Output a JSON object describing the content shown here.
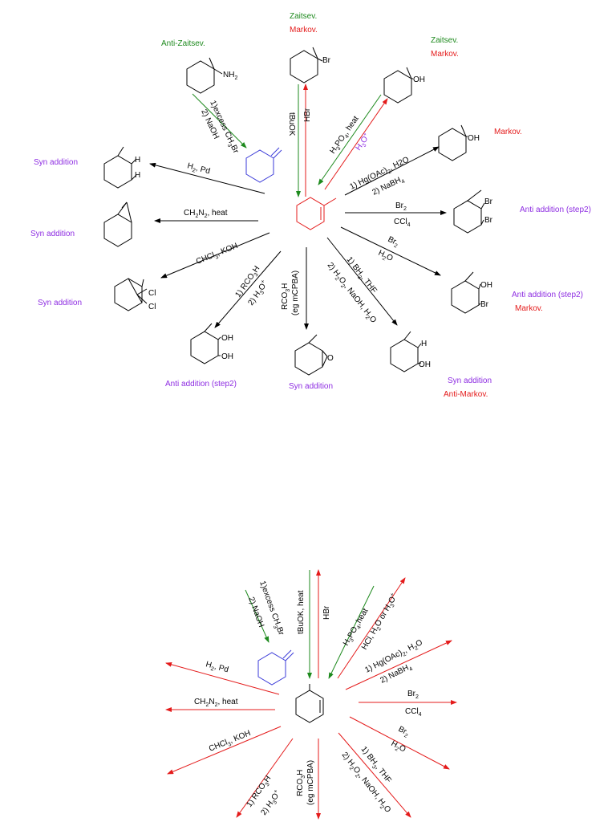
{
  "colors": {
    "black": "#000000",
    "green": "#1e8a1e",
    "red": "#e41b1b",
    "purple": "#8e2de2",
    "blue": "#3a3ad8"
  },
  "top": {
    "center_label": "",
    "labels": {
      "zaitsev_1": "Zaitsev.",
      "markov_1": "Markov.",
      "anti_zaitsev": "Anti-Zaitsev.",
      "zaitsev_2": "Zaitsev.",
      "markov_2": "Markov.",
      "markov_3": "Markov.",
      "syn_h2": "Syn addition",
      "syn_ch2n2": "Syn addition",
      "syn_chcl3": "Syn addition",
      "anti_br2_ccl4": "Anti addition (step2)",
      "anti_br2_h2o": "Anti addition (step2)",
      "markov_4": "Markov.",
      "anti_rco3h": "Anti addition (step2)",
      "syn_mcpba": "Syn addition",
      "syn_bh3": "Syn addition",
      "anti_markov": "Anti-Markov."
    },
    "reagents": {
      "excess_ch3br_1": "1)excess CH",
      "excess_ch3br_sub": "3",
      "excess_ch3br_tail": "Br",
      "naoh": "2) NaOH",
      "tbuok": "tBuOK",
      "hbr": "HBr",
      "h3po4": "H",
      "h3po4_a": "3",
      "h3po4_b": "PO",
      "h3po4_c": "4",
      "h3po4_d": ", heat",
      "h3o": "H",
      "h3o_sub": "3",
      "h3o_tail": "O",
      "h3o_sup": "+",
      "hg_1": "1) Hg(OAc)",
      "hg_sub": "2",
      "hg_tail": ", H2O",
      "nabh4": "2) NaBH",
      "nabh4_sub": "4",
      "h2pd": "H",
      "h2pd_sub": "2",
      "h2pd_tail": ", Pd",
      "ch2n2": "CH",
      "ch2n2_s1": "2",
      "ch2n2_m": "N",
      "ch2n2_s2": "2",
      "ch2n2_tail": ", heat",
      "br2": "Br",
      "br2_sub": "2",
      "ccl4": "CCl",
      "ccl4_sub": "4",
      "chcl3": "CHCl",
      "chcl3_sub": "3",
      "chcl3_tail": ", KOH",
      "rco3h_1": "1) RCO",
      "rco3h_sub": "3",
      "rco3h_tail": "H",
      "h3o_2": "2) H",
      "h3o_2_sub": "3",
      "h3o_2_tail": "O",
      "h3o_2_sup": "+",
      "rco3h_mid": "RCO",
      "rco3h_mid_sub": "3",
      "rco3h_mid_tail": "H",
      "mcpba": "(eg mCPBA)",
      "bh3_1": "1) BH",
      "bh3_sub": "3",
      "bh3_tail": ", THF",
      "h2o2_1": "2) H",
      "h2o2_s1": "2",
      "h2o2_m": "O",
      "h2o2_s2": "2",
      "h2o2_tail": ", NaOH, H",
      "h2o2_s3": "2",
      "h2o2_end": "O",
      "br2_b": "Br",
      "br2_b_sub": "2",
      "h2o_b": "H",
      "h2o_b_sub": "2",
      "h2o_b_tail": "O"
    },
    "atoms": {
      "nh2": "NH",
      "nh2_sub": "2",
      "br": "Br",
      "oh": "OH",
      "h": "H",
      "cl": "Cl"
    }
  },
  "bottom": {
    "reagents": {
      "excess_ch3br": "1)excess CH",
      "excess_ch3br_sub": "3",
      "excess_ch3br_tail": "Br",
      "naoh": "2) NaOH",
      "tbuok_heat": "tBuOK, heat",
      "hbr": "HBr",
      "h3po4": "H",
      "h3po4_a": "3",
      "h3po4_b": "PO",
      "h3po4_c": "4",
      "h3po4_d": ",heat",
      "hcl": "HCl, H",
      "hcl_sub": "2",
      "hcl_tail": "O or H",
      "hcl_sub2": "3",
      "hcl_end": "O",
      "hcl_sup": "+",
      "hg_1": "1) Hg(OAc)",
      "hg_sub": "2",
      "hg_tail": ", H",
      "hg_sub2": "2",
      "hg_end": "O",
      "nabh4": "2) NaBH",
      "nabh4_sub": "4",
      "h2pd": "H",
      "h2pd_sub": "2",
      "h2pd_tail": ", Pd",
      "ch2n2": "CH",
      "ch2n2_s1": "2",
      "ch2n2_m": "N",
      "ch2n2_s2": "2",
      "ch2n2_tail": ", heat",
      "br2": "Br",
      "br2_sub": "2",
      "ccl4": "CCl",
      "ccl4_sub": "4",
      "chcl3": "CHCl",
      "chcl3_sub": "3",
      "chcl3_tail": ", KOH",
      "br2_b": "Br",
      "br2_b_sub": "2",
      "h2o_b": "H",
      "h2o_b_sub": "2",
      "h2o_b_tail": "O",
      "rco3h_1": "1) RCO",
      "rco3h_sub": "3",
      "rco3h_tail": "H",
      "h3o_2": "2) H",
      "h3o_2_sub": "3",
      "h3o_2_tail": "O",
      "h3o_2_sup": "+",
      "rco3h_mid": "RCO",
      "rco3h_mid_sub": "3",
      "rco3h_mid_tail": "H",
      "mcpba": "(eg mCPBA)",
      "bh3_1": "1) BH",
      "bh3_sub": "3",
      "bh3_tail": ", THF",
      "h2o2_1": "2) H",
      "h2o2_s1": "2",
      "h2o2_m": "O",
      "h2o2_s2": "2",
      "h2o2_tail": ", NaOH, H",
      "h2o2_s3": "2",
      "h2o2_end": "O"
    }
  }
}
